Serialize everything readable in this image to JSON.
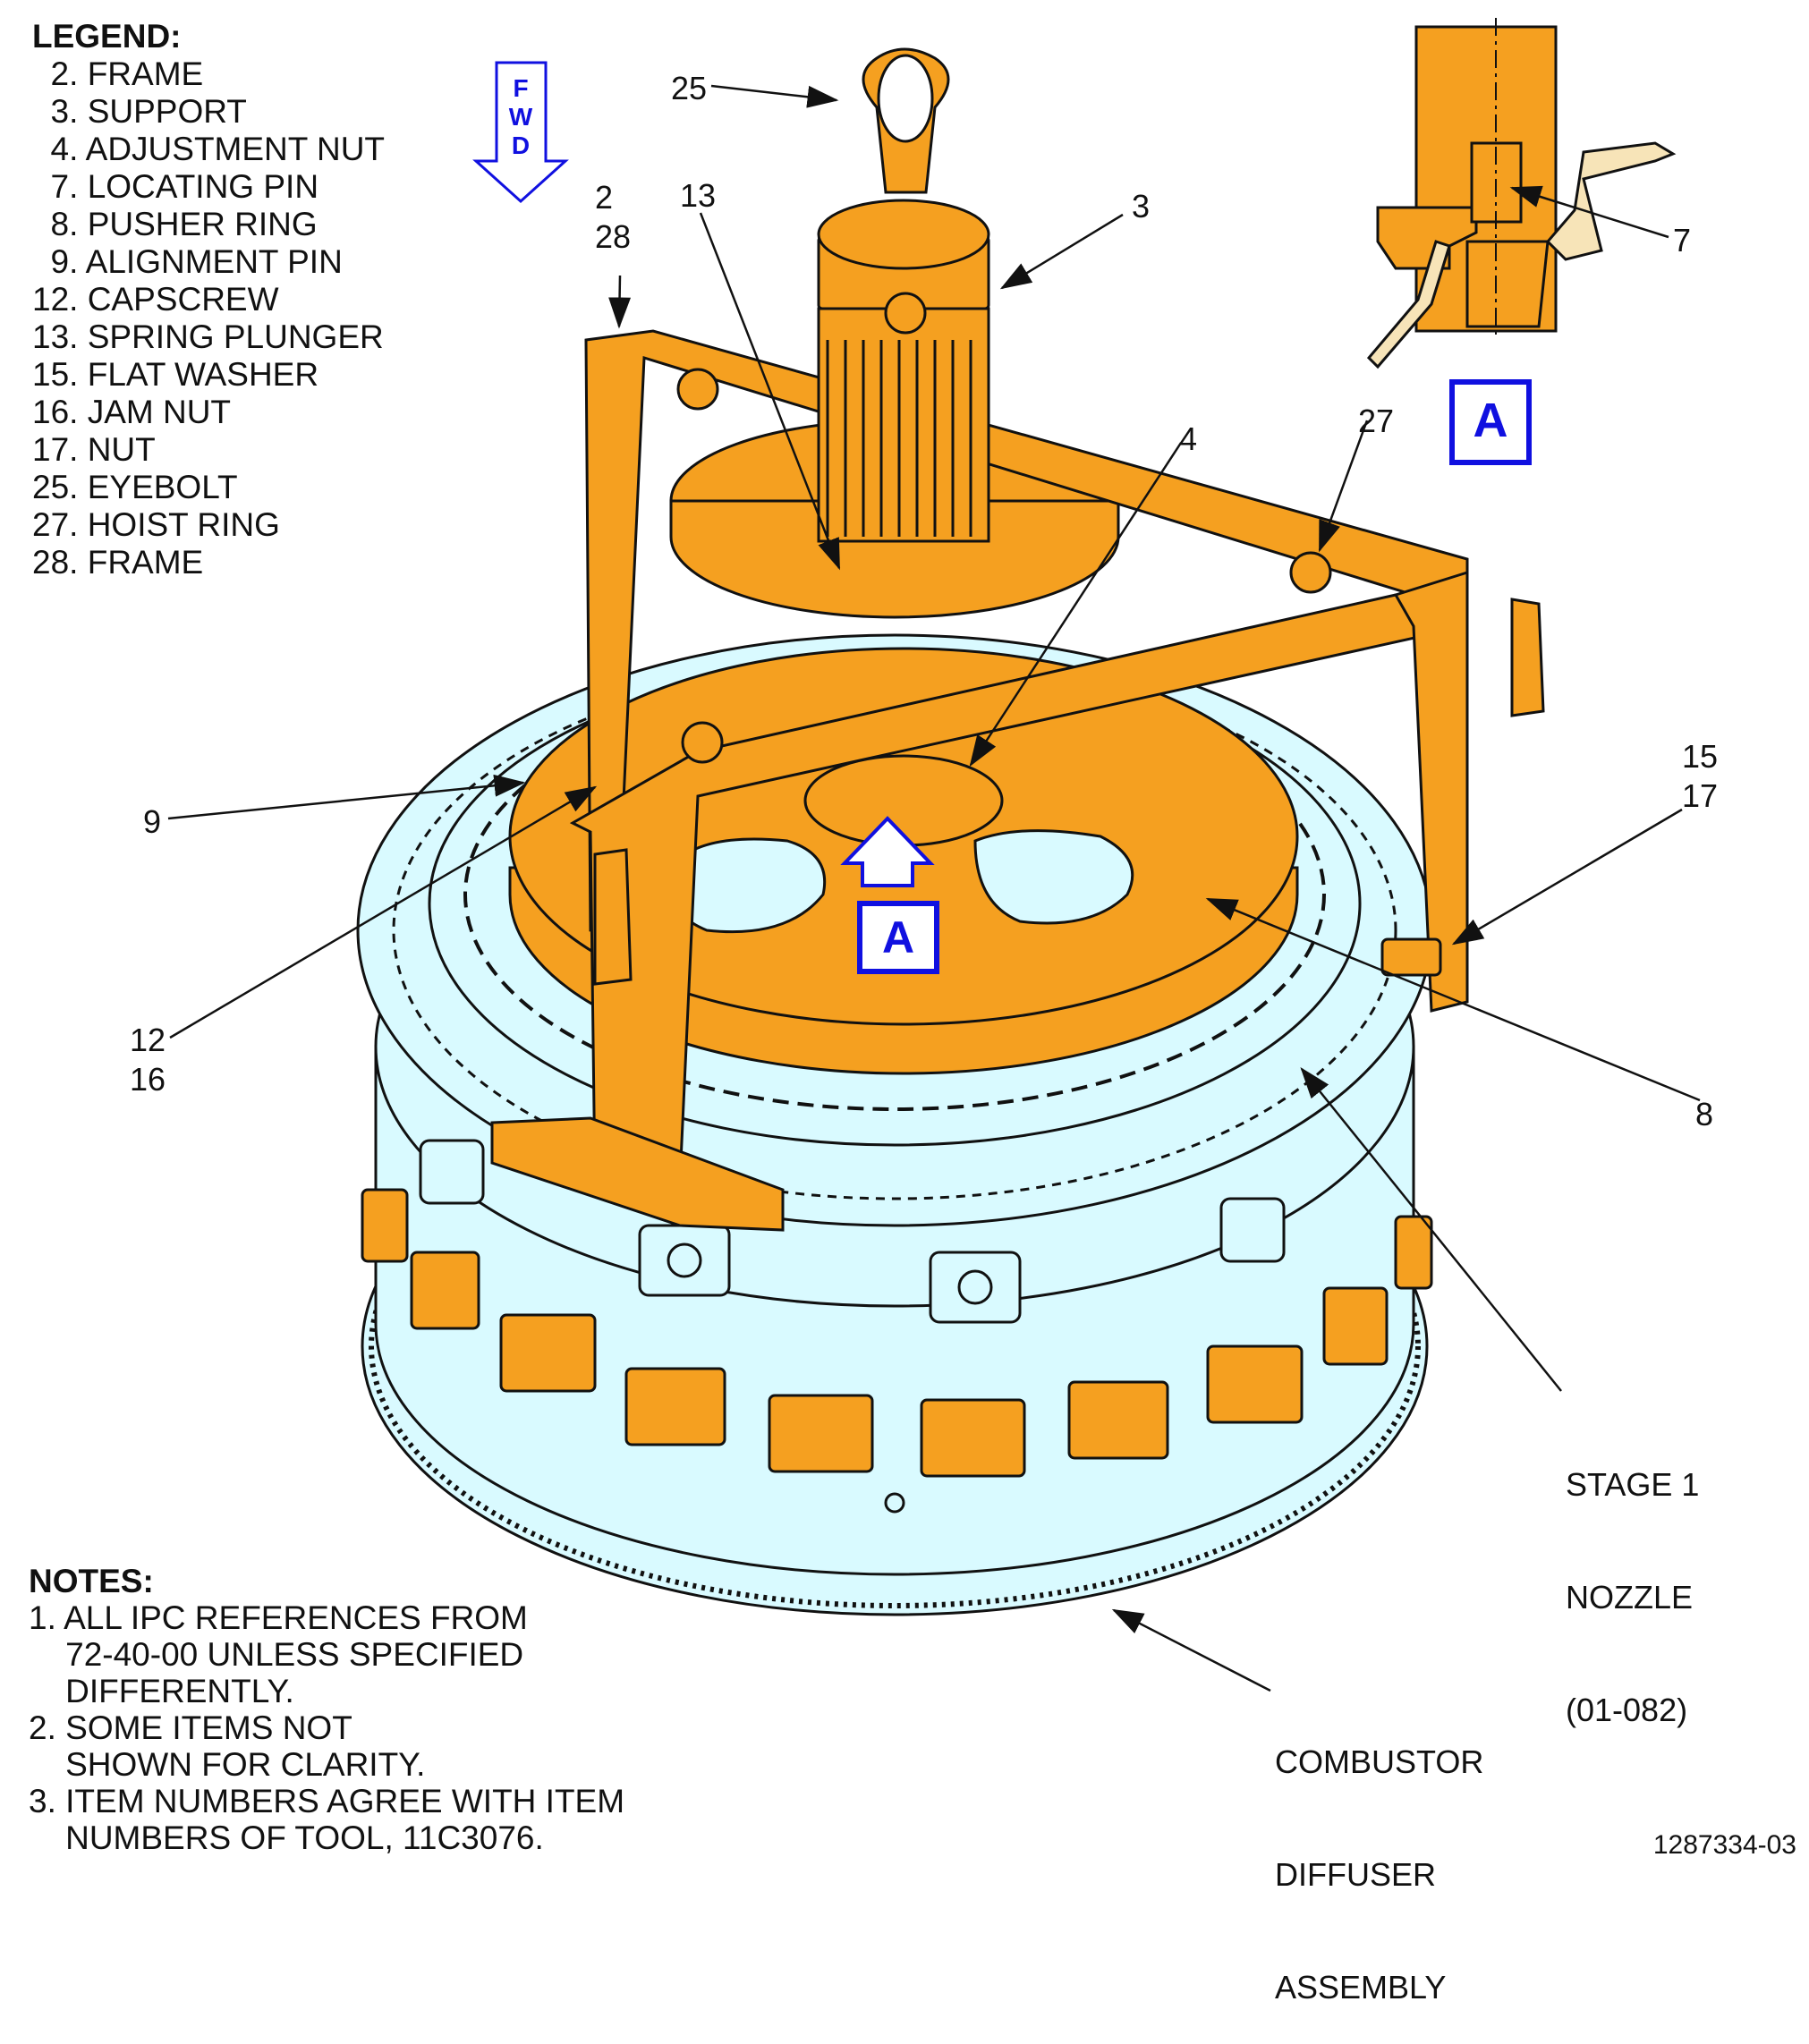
{
  "legend": {
    "title": "LEGEND:",
    "items": [
      "  2. FRAME",
      "  3. SUPPORT",
      "  4. ADJUSTMENT NUT",
      "  7. LOCATING PIN",
      "  8. PUSHER RING",
      "  9. ALIGNMENT PIN",
      "12. CAPSCREW",
      "13. SPRING PLUNGER",
      "15. FLAT WASHER",
      "16. JAM NUT",
      "17. NUT",
      "25. EYEBOLT",
      "27. HOIST RING",
      "28. FRAME"
    ]
  },
  "fwd": {
    "letters": [
      "F",
      "W",
      "D"
    ]
  },
  "view_marker": {
    "main": "A",
    "detail": "A"
  },
  "callouts": {
    "c25": "25",
    "c13": "13",
    "c3": "3",
    "c2": "2",
    "c28": "28",
    "c27": "27",
    "c4": "4",
    "c7": "7",
    "c9": "9",
    "c15": "15",
    "c17": "17",
    "c12": "12",
    "c16": "16",
    "c8": "8",
    "stage1_l1": "STAGE 1",
    "stage1_l2": "NOZZLE",
    "stage1_l3": "(01-082)",
    "comb_l1": "COMBUSTOR",
    "comb_l2": "DIFFUSER",
    "comb_l3": "ASSEMBLY"
  },
  "notes": {
    "title": "NOTES:",
    "items": [
      "1. ALL IPC REFERENCES FROM",
      "    72-40-00 UNLESS SPECIFIED",
      "    DIFFERENTLY.",
      "2. SOME ITEMS NOT",
      "    SHOWN FOR CLARITY.",
      "3. ITEM NUMBERS AGREE WITH ITEM",
      "    NUMBERS OF TOOL, 11C3076."
    ]
  },
  "figure_number": "1287334-03",
  "colors": {
    "tool_orange": "#F5A020",
    "assembly_cyan": "#D9FAFF",
    "accent_blue": "#1010E0",
    "line": "#111111"
  }
}
